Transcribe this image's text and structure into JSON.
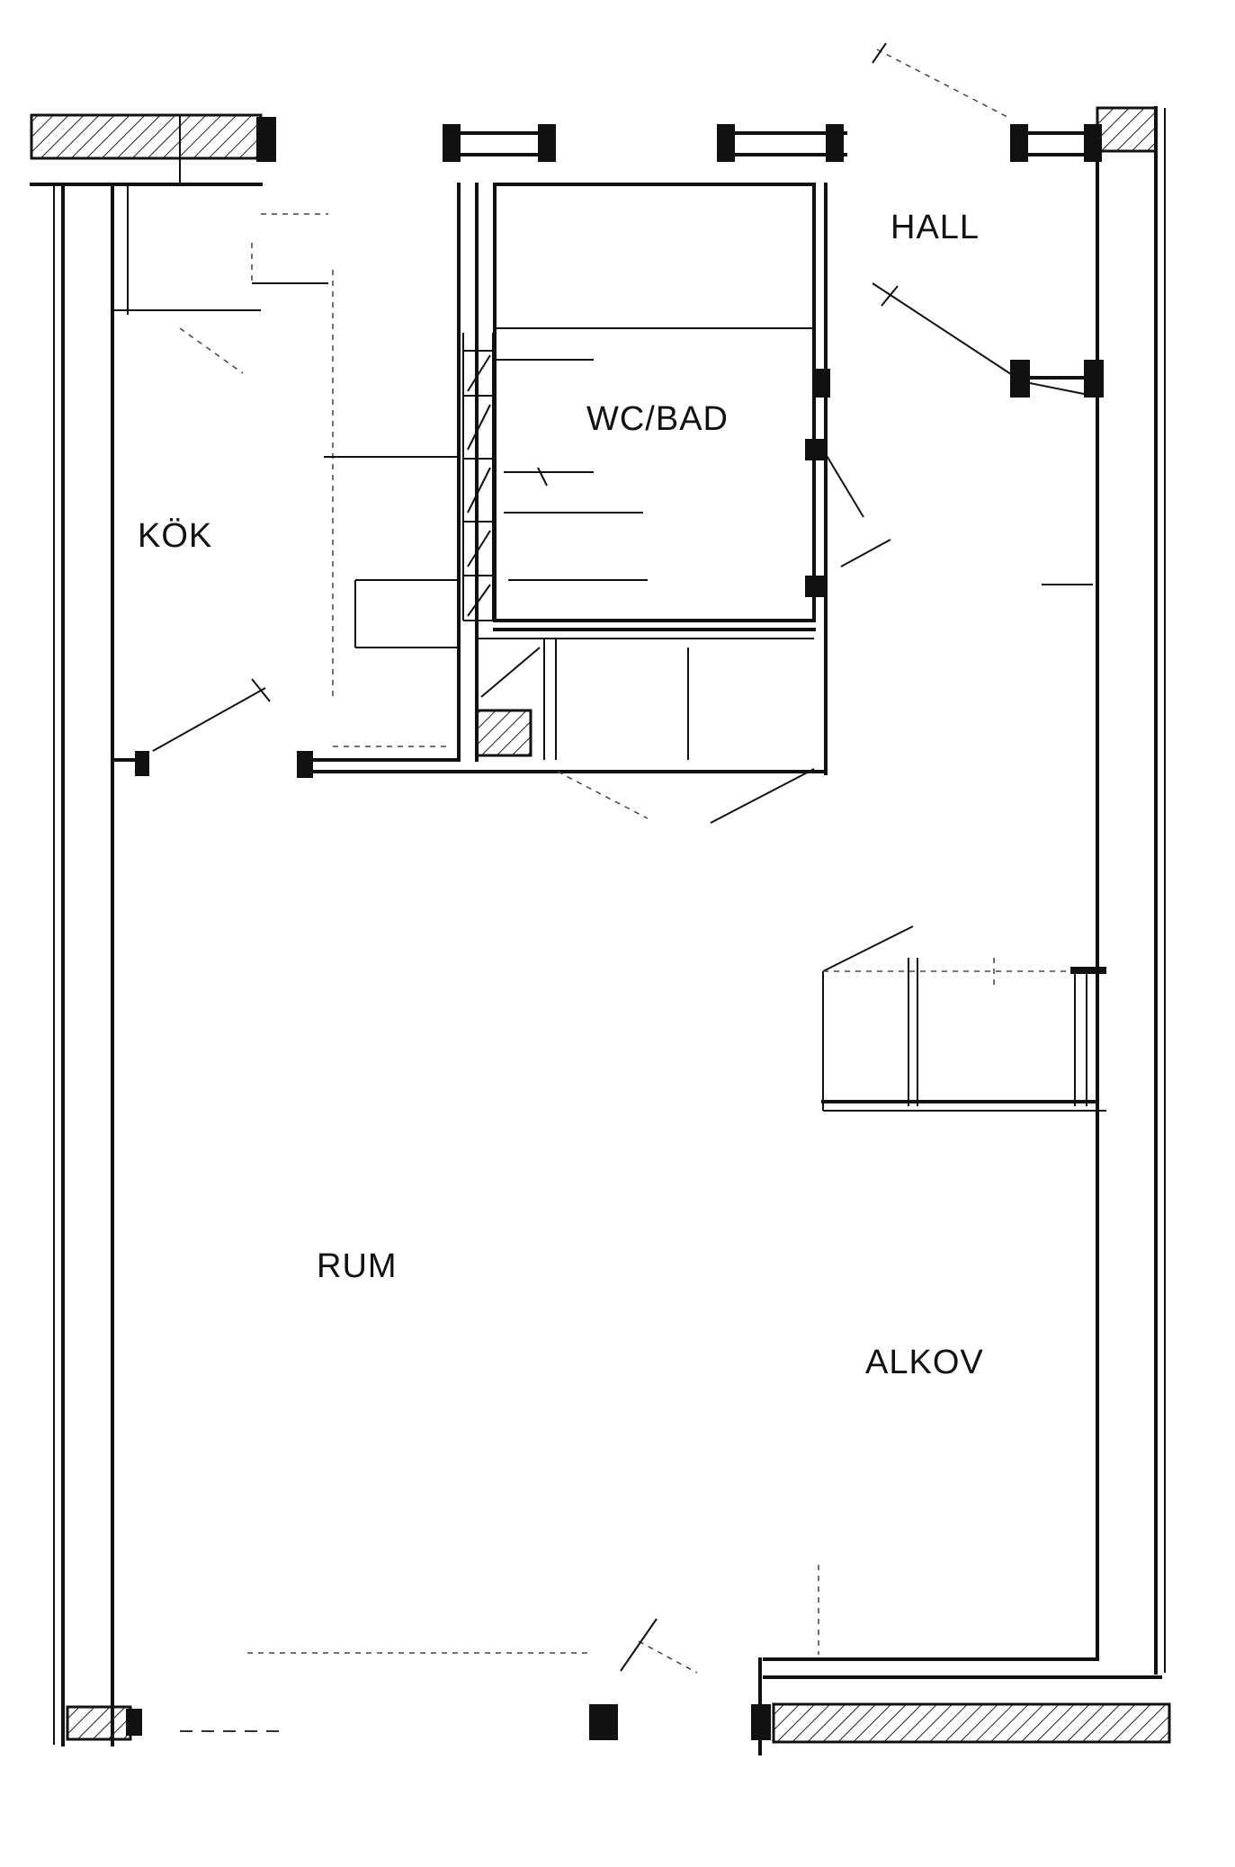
{
  "rooms": {
    "hall": "HALL",
    "wc_bad": "WC/BAD",
    "kok": "KÖK",
    "rum": "RUM",
    "alkov": "ALKOV"
  }
}
